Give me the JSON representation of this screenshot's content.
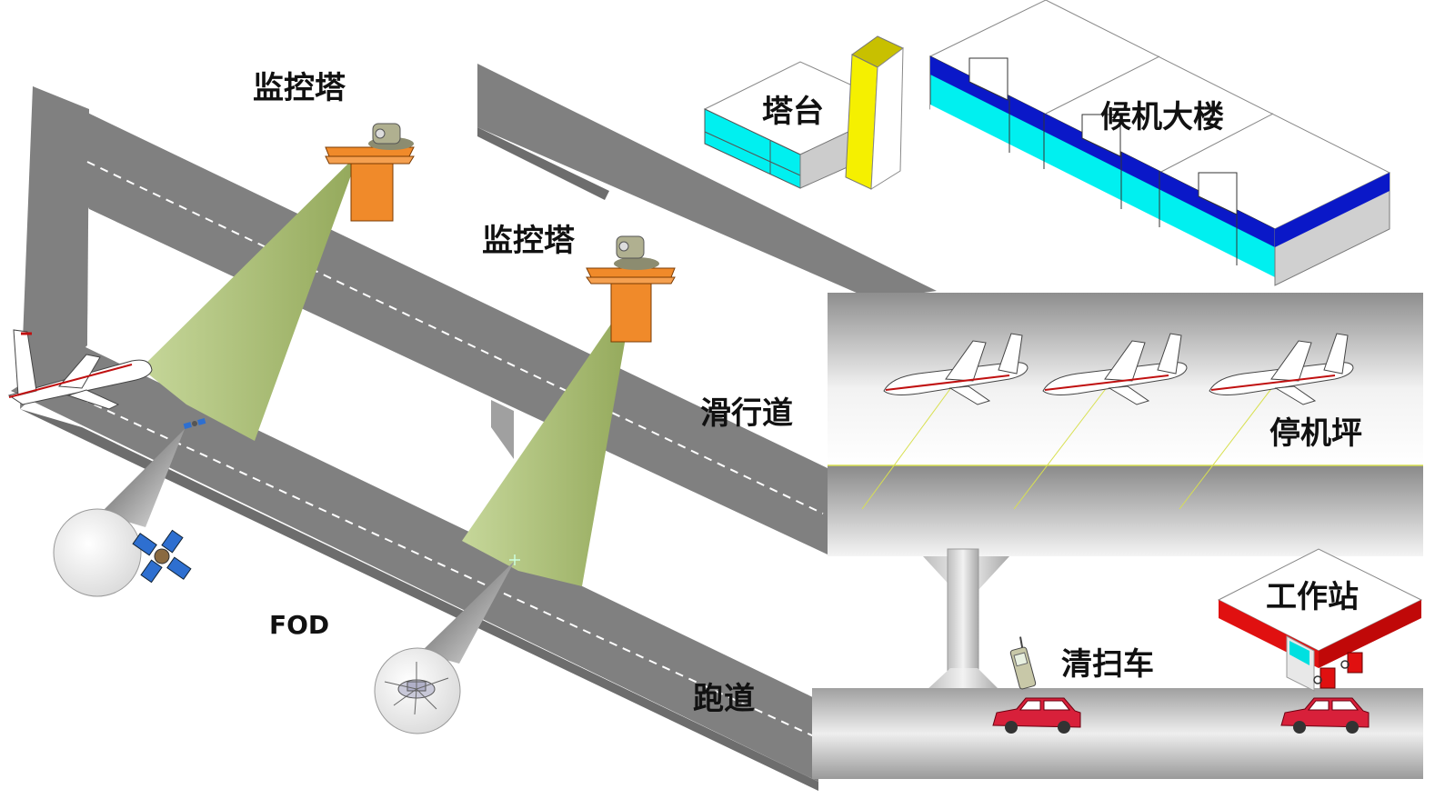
{
  "labels": {
    "tower_left": "监控塔",
    "tower_right": "监控塔",
    "control_tower": "塔台",
    "terminal": "候机大楼",
    "taxiway": "滑行道",
    "apron": "停机坪",
    "workstation": "工作站",
    "sweeper": "清扫车",
    "runway": "跑道",
    "fod": "FOD"
  },
  "colors": {
    "road": "#808080",
    "road_dark": "#6f6f6f",
    "cone": "#a3b86a",
    "tower_body": "#f08a2a",
    "terminal_blue": "#0a18c8",
    "terminal_cyan": "#00f0f0",
    "control_yellow": "#f5f000",
    "car_red": "#d8203a",
    "station_red": "#e01010"
  },
  "icons": [
    "camera-icon",
    "satellite-icon",
    "radar-icon",
    "airplane-icon",
    "phone-icon",
    "car-icon",
    "fuel-pump-icon"
  ]
}
